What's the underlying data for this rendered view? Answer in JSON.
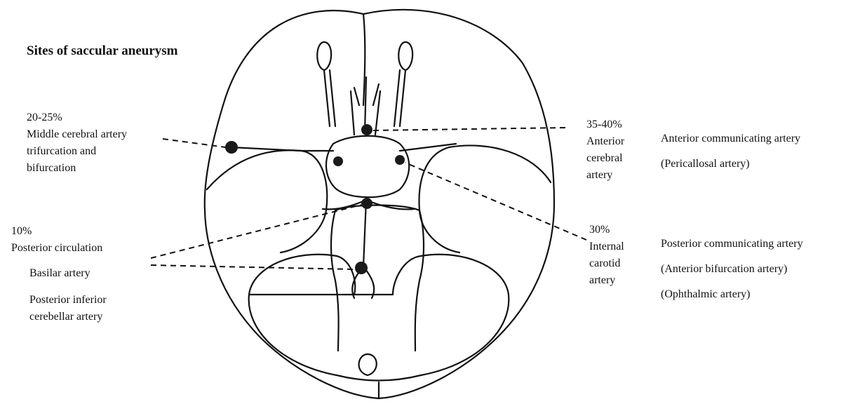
{
  "title": "Sites of saccular aneurysm",
  "colors": {
    "ink": "#111111",
    "lesion": "#1a1a1a",
    "paper": "#ffffff"
  },
  "left": {
    "mca": {
      "percent": "20-25%",
      "lines": [
        "Middle cerebral artery",
        "trifurcation and",
        "bifurcation"
      ]
    },
    "posterior": {
      "percent": "10%",
      "heading": "Posterior circulation",
      "basilar": "Basilar artery",
      "pica": [
        "Posterior inferior",
        "cerebellar artery"
      ]
    }
  },
  "right": {
    "aca": {
      "percent": "35-40%",
      "lines": [
        "Anterior",
        "cerebral",
        "artery"
      ],
      "detail": [
        "Anterior communicating artery",
        "(Pericallosal artery)"
      ]
    },
    "ica": {
      "percent": "30%",
      "lines": [
        "Internal",
        "carotid",
        "artery"
      ],
      "detail": [
        "Posterior communicating artery",
        "(Anterior bifurcation artery)",
        "(Ophthalmic artery)"
      ]
    }
  }
}
